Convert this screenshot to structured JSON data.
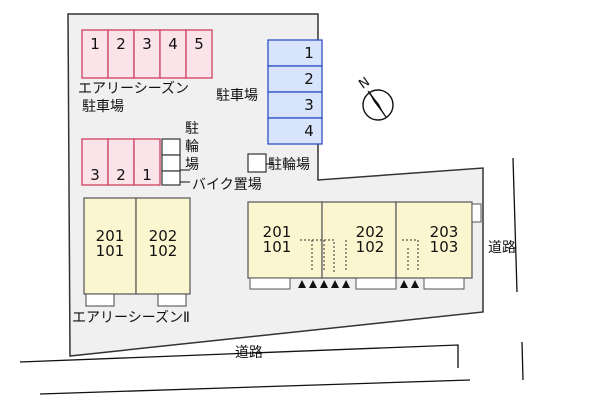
{
  "colors": {
    "site": "#f0f0f0",
    "road_line": "#111111",
    "red_parking_border": "#d04060",
    "red_parking_fill": "#fbe3ea",
    "blue_parking_border": "#3050c8",
    "blue_parking_fill": "#d7e4fb",
    "building_fill": "#fbf6cf",
    "balcony_fill": "#ffffff"
  },
  "parking_top": {
    "stalls": [
      "1",
      "2",
      "3",
      "4",
      "5"
    ]
  },
  "airy_parking_label": {
    "line1": "エアリーシーズン",
    "line2": "駐車場"
  },
  "parking_right": {
    "stalls": [
      "1",
      "2",
      "3",
      "4"
    ],
    "label": "駐車場"
  },
  "parking_middle": {
    "stalls": [
      "3",
      "2",
      "1"
    ]
  },
  "bicycle_parking_left": {
    "label": "駐輪場"
  },
  "bike_parking": {
    "label": "バイク置場"
  },
  "bicycle_parking_right": {
    "label": "駐輪場"
  },
  "building_left": {
    "name": "エアリーシーズンⅡ",
    "units": [
      {
        "upper": "201",
        "lower": "101"
      },
      {
        "upper": "202",
        "lower": "102"
      }
    ]
  },
  "building_right": {
    "units": [
      {
        "upper": "201",
        "lower": "101"
      },
      {
        "upper": "202",
        "lower": "102"
      },
      {
        "upper": "203",
        "lower": "103"
      }
    ]
  },
  "road_right": {
    "label": "道路"
  },
  "road_bottom": {
    "label": "道路"
  },
  "compass": {
    "label": "N",
    "icon": "north-arrow-icon"
  }
}
